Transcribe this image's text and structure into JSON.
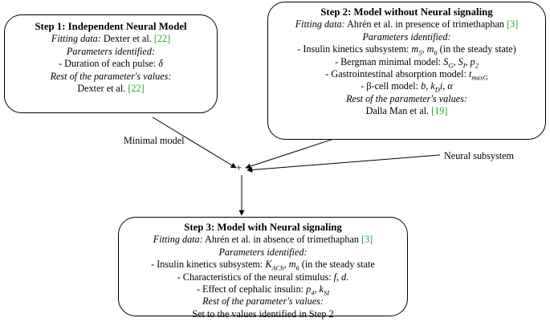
{
  "step1": {
    "title": "Step 1: Independent Neural Model",
    "fitting_label": "Fitting data:",
    "fitting_value": "Dexter et al.",
    "fitting_ref": "22",
    "params_label": "Parameters identified:",
    "param1_text": "- Duration of each pulse:",
    "param1_symbol": "δ",
    "rest_label": "Rest of the parameter's values:",
    "rest_value": "Dexter et al.",
    "rest_ref": "22"
  },
  "step2": {
    "title": "Step 2: Model without Neural signaling",
    "fitting_label": "Fitting data:",
    "fitting_value": "Ahrén et al. in presence of trimethaphan",
    "fitting_ref": "3",
    "params_label": "Parameters identified:",
    "p1_text": "- Insulin kinetics subsystem:",
    "p1_m5": "m",
    "p1_m5_sub": "5",
    "p1_sep": ",",
    "p1_m6": "m",
    "p1_m6_sub": "6",
    "p1_tail": "(in the steady state)",
    "p2_text": "- Bergman minimal model:",
    "p2_sg": "S",
    "p2_sg_sub": "G",
    "p2_si": "S",
    "p2_si_sub": "I",
    "p2_p": "p",
    "p2_p_sub": "2",
    "p3_text": "- Gastrointestinal absorption model:",
    "p3_t": "t",
    "p3_t_sub": "maxG",
    "p4_text": "- β-cell model:",
    "p4_b": "b",
    "p4_k": "k",
    "p4_k_sub": "D",
    "p4_i": "i",
    "p4_alpha": "α",
    "rest_label": "Rest of the parameter's values:",
    "rest_value": "Dalla Man et al.",
    "rest_ref": "19"
  },
  "step3": {
    "title": "Step 3: Model with Neural signaling",
    "fitting_label": "Fitting data:",
    "fitting_value": "Ahrén et al. in absence of trimethaphan",
    "fitting_ref": "3",
    "params_label": "Parameters identified:",
    "p1_text": "- Insulin kinetics subsystem:",
    "p1_k": "K",
    "p1_k_sub": "ACh",
    "p1_m6": "m",
    "p1_m6_sub": "6",
    "p1_tail": "(in the steady state",
    "p2_text": "- Characteristics of the neural stimulus:",
    "p2_f": "f",
    "p2_d": "d",
    "p3_text": "- Effect of cephalic insulin:",
    "p3_p": "p",
    "p3_p_sub": "4",
    "p3_k": "k",
    "p3_k_sub": "SI",
    "rest_label": "Rest of the parameter's values:",
    "rest_value": "Set to the values identified in Step 2"
  },
  "labels": {
    "minimal_model": "Minimal model",
    "neural_subsystem": "Neural subsystem",
    "plus": "+"
  }
}
